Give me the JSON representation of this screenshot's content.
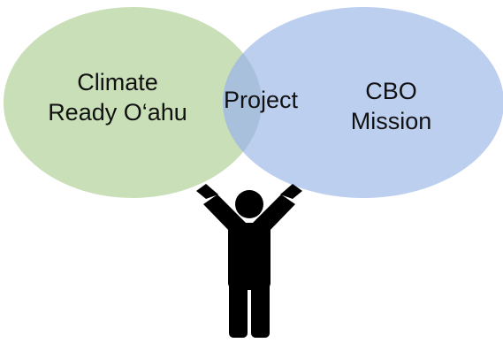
{
  "diagram": {
    "left_circle": {
      "line1": "Climate",
      "line2": "Ready O‘ahu"
    },
    "right_circle": {
      "line1": "CBO",
      "line2": "Mission"
    },
    "overlap": {
      "label": "Project"
    },
    "colors": {
      "left_fill": "#c9dfb8",
      "right_fill": "#b7cbee",
      "overlap_fill": "#a9c0dd",
      "person": "#000000"
    },
    "icons": {
      "person": "person-arms-raised-icon"
    }
  }
}
